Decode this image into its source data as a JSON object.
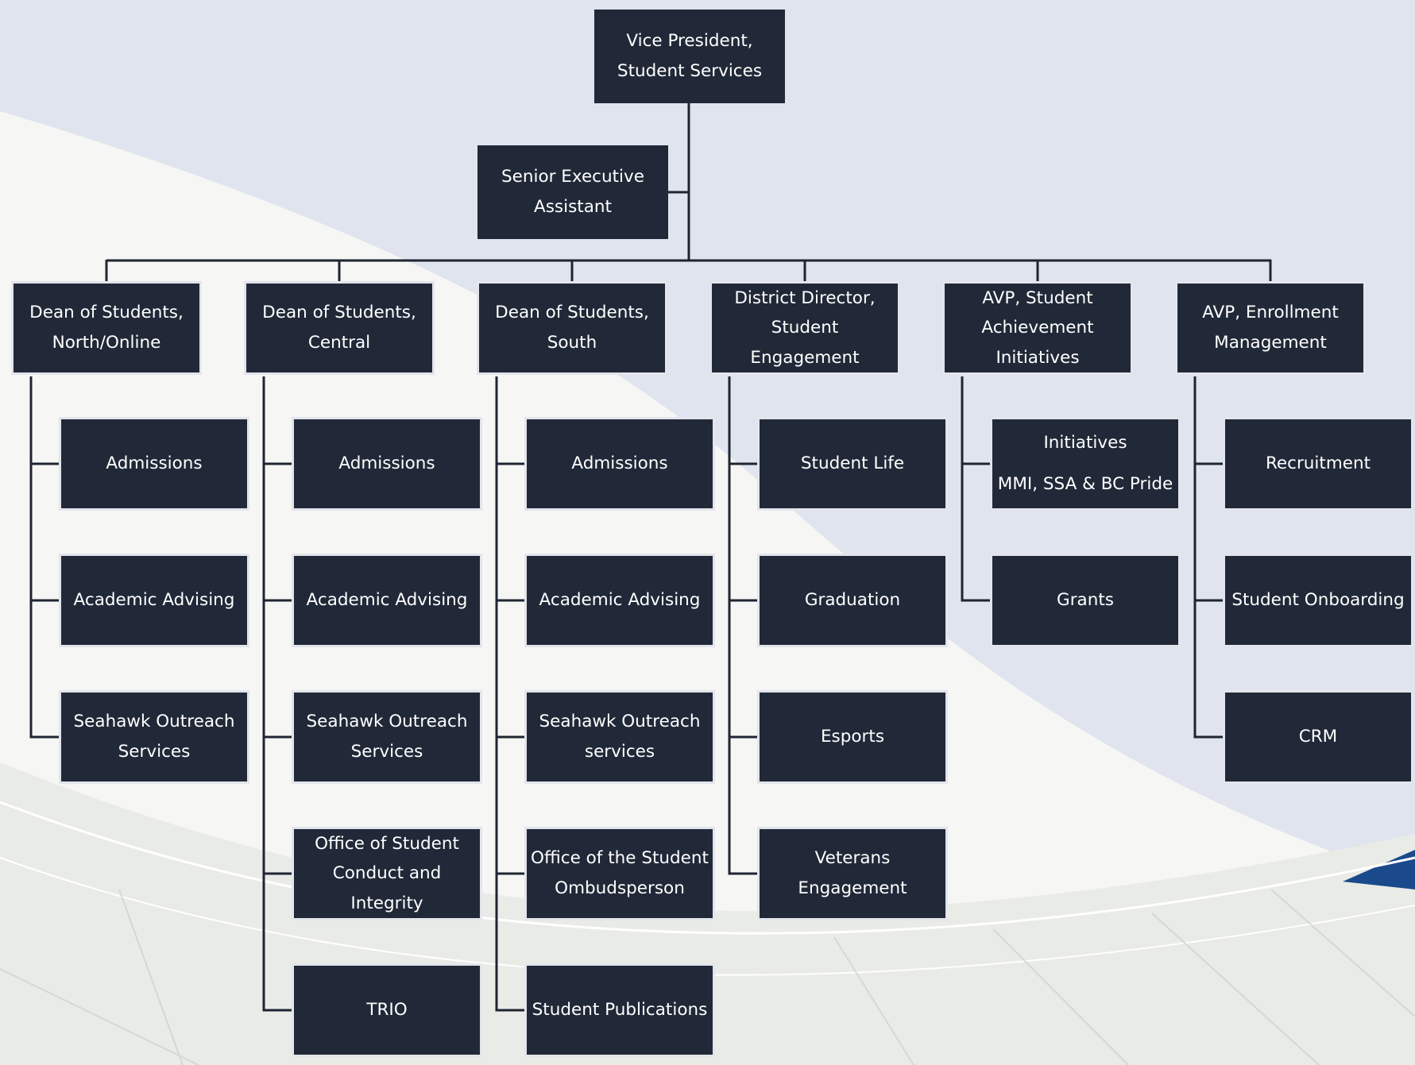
{
  "vp": "Vice President,\nStudent Services",
  "assistant": "Senior Executive\nAssistant",
  "columns": [
    {
      "head": "Dean of Students,\nNorth/Online",
      "items": [
        "Admissions",
        "Academic Advising",
        "Seahawk Outreach\nServices"
      ]
    },
    {
      "head": "Dean of Students,\nCentral",
      "items": [
        "Admissions",
        "Academic Advising",
        "Seahawk Outreach\nServices",
        "Office of Student\nConduct and Integrity",
        "TRIO"
      ]
    },
    {
      "head": "Dean of Students,\nSouth",
      "items": [
        "Admissions",
        "Academic Advising",
        "Seahawk Outreach\nservices",
        "Office of the Student\nOmbudsperson",
        "Student Publications"
      ]
    },
    {
      "head": "District Director,\nStudent Engagement",
      "items": [
        "Student Life",
        "Graduation",
        "Esports",
        "Veterans Engagement"
      ]
    },
    {
      "head": "AVP, Student\nAchievement\nInitiatives",
      "items": [
        "Initiatives\nMMI, SSA & BC Pride",
        "Grants"
      ]
    },
    {
      "head": "AVP, Enrollment\nManagement",
      "items": [
        "Recruitment",
        "Student Onboarding",
        "CRM"
      ]
    }
  ],
  "colors": {
    "box": "#212938",
    "box_border": "#e3e5ec",
    "connector": "#1e2532",
    "accent": "#1a4a8c"
  }
}
